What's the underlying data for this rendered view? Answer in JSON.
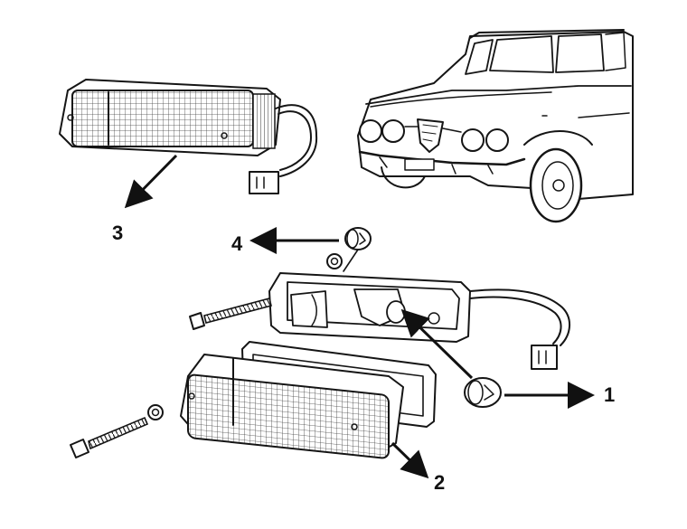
{
  "callouts": [
    {
      "id": "1",
      "label": "1"
    },
    {
      "id": "2",
      "label": "2"
    },
    {
      "id": "3",
      "label": "3"
    },
    {
      "id": "4",
      "label": "4"
    }
  ],
  "colors": {
    "ink": "#151515",
    "paper": "#ffffff"
  }
}
